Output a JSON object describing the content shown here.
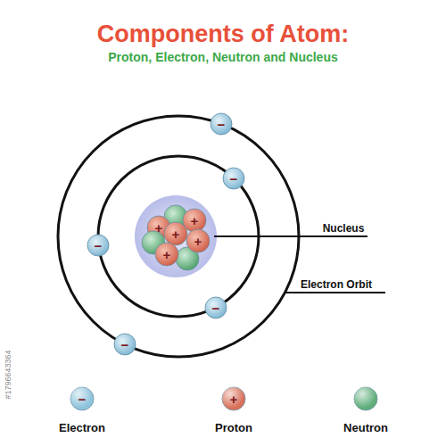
{
  "diagram": {
    "title": "Components of Atom:",
    "caption": "Proton, Electron, Neutron and Nucleus",
    "labels": [
      "Nucleus",
      "Electron Orbit",
      "−",
      "−",
      "−",
      "−",
      "−",
      "+",
      "+",
      "+",
      "+",
      "+",
      "−",
      "+",
      "#1796643364"
    ],
    "legend": [
      {
        "text": "Electron",
        "color": "#8ec3dc"
      },
      {
        "text": "Proton",
        "color": "#d9705a"
      },
      {
        "text": "Neutron",
        "color": "#5fae7a"
      }
    ]
  }
}
